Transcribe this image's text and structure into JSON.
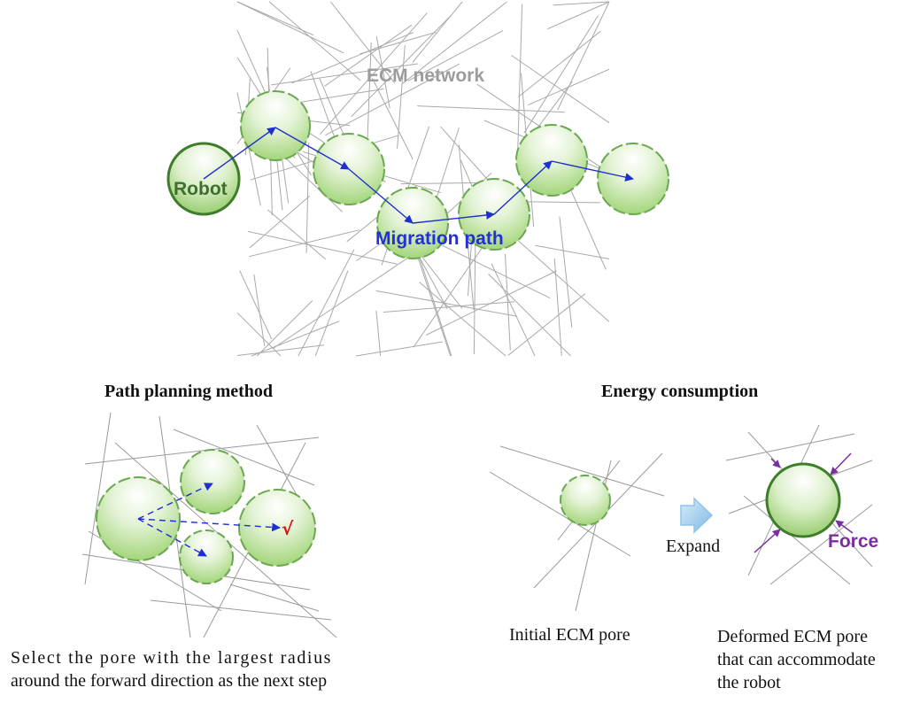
{
  "labels": {
    "ecm_network": "ECM network",
    "robot": "Robot",
    "migration_path": "Migration path",
    "path_planning_title": "Path planning method",
    "energy_title": "Energy consumption",
    "expand": "Expand",
    "force": "Force",
    "initial_pore": "Initial ECM pore",
    "deformed_pore_lines": [
      "Deformed ECM pore",
      "that can accommodate",
      "the robot"
    ],
    "select_caption_lines": [
      "Select the pore with the largest radius",
      "around the forward direction as the next step"
    ],
    "check_mark": "√"
  },
  "colors": {
    "fiber": "#a9a9a9",
    "fiber_dark": "#9a9a9a",
    "pore_edge": "#6aa84f",
    "pore_fill_light": "#ffffff",
    "pore_fill_dark": "#9fd27a",
    "robot_edge": "#3e7d2a",
    "path": "#1f2fd0",
    "robot_text": "#3f6e2f",
    "ecm_text": "#9c9c9c",
    "migration_text": "#2230d6",
    "force_text": "#7b2ea0",
    "force_arrow": "#7b2ea0",
    "expand_arrow": "#8ec3ea",
    "check": "#e01010"
  }
}
